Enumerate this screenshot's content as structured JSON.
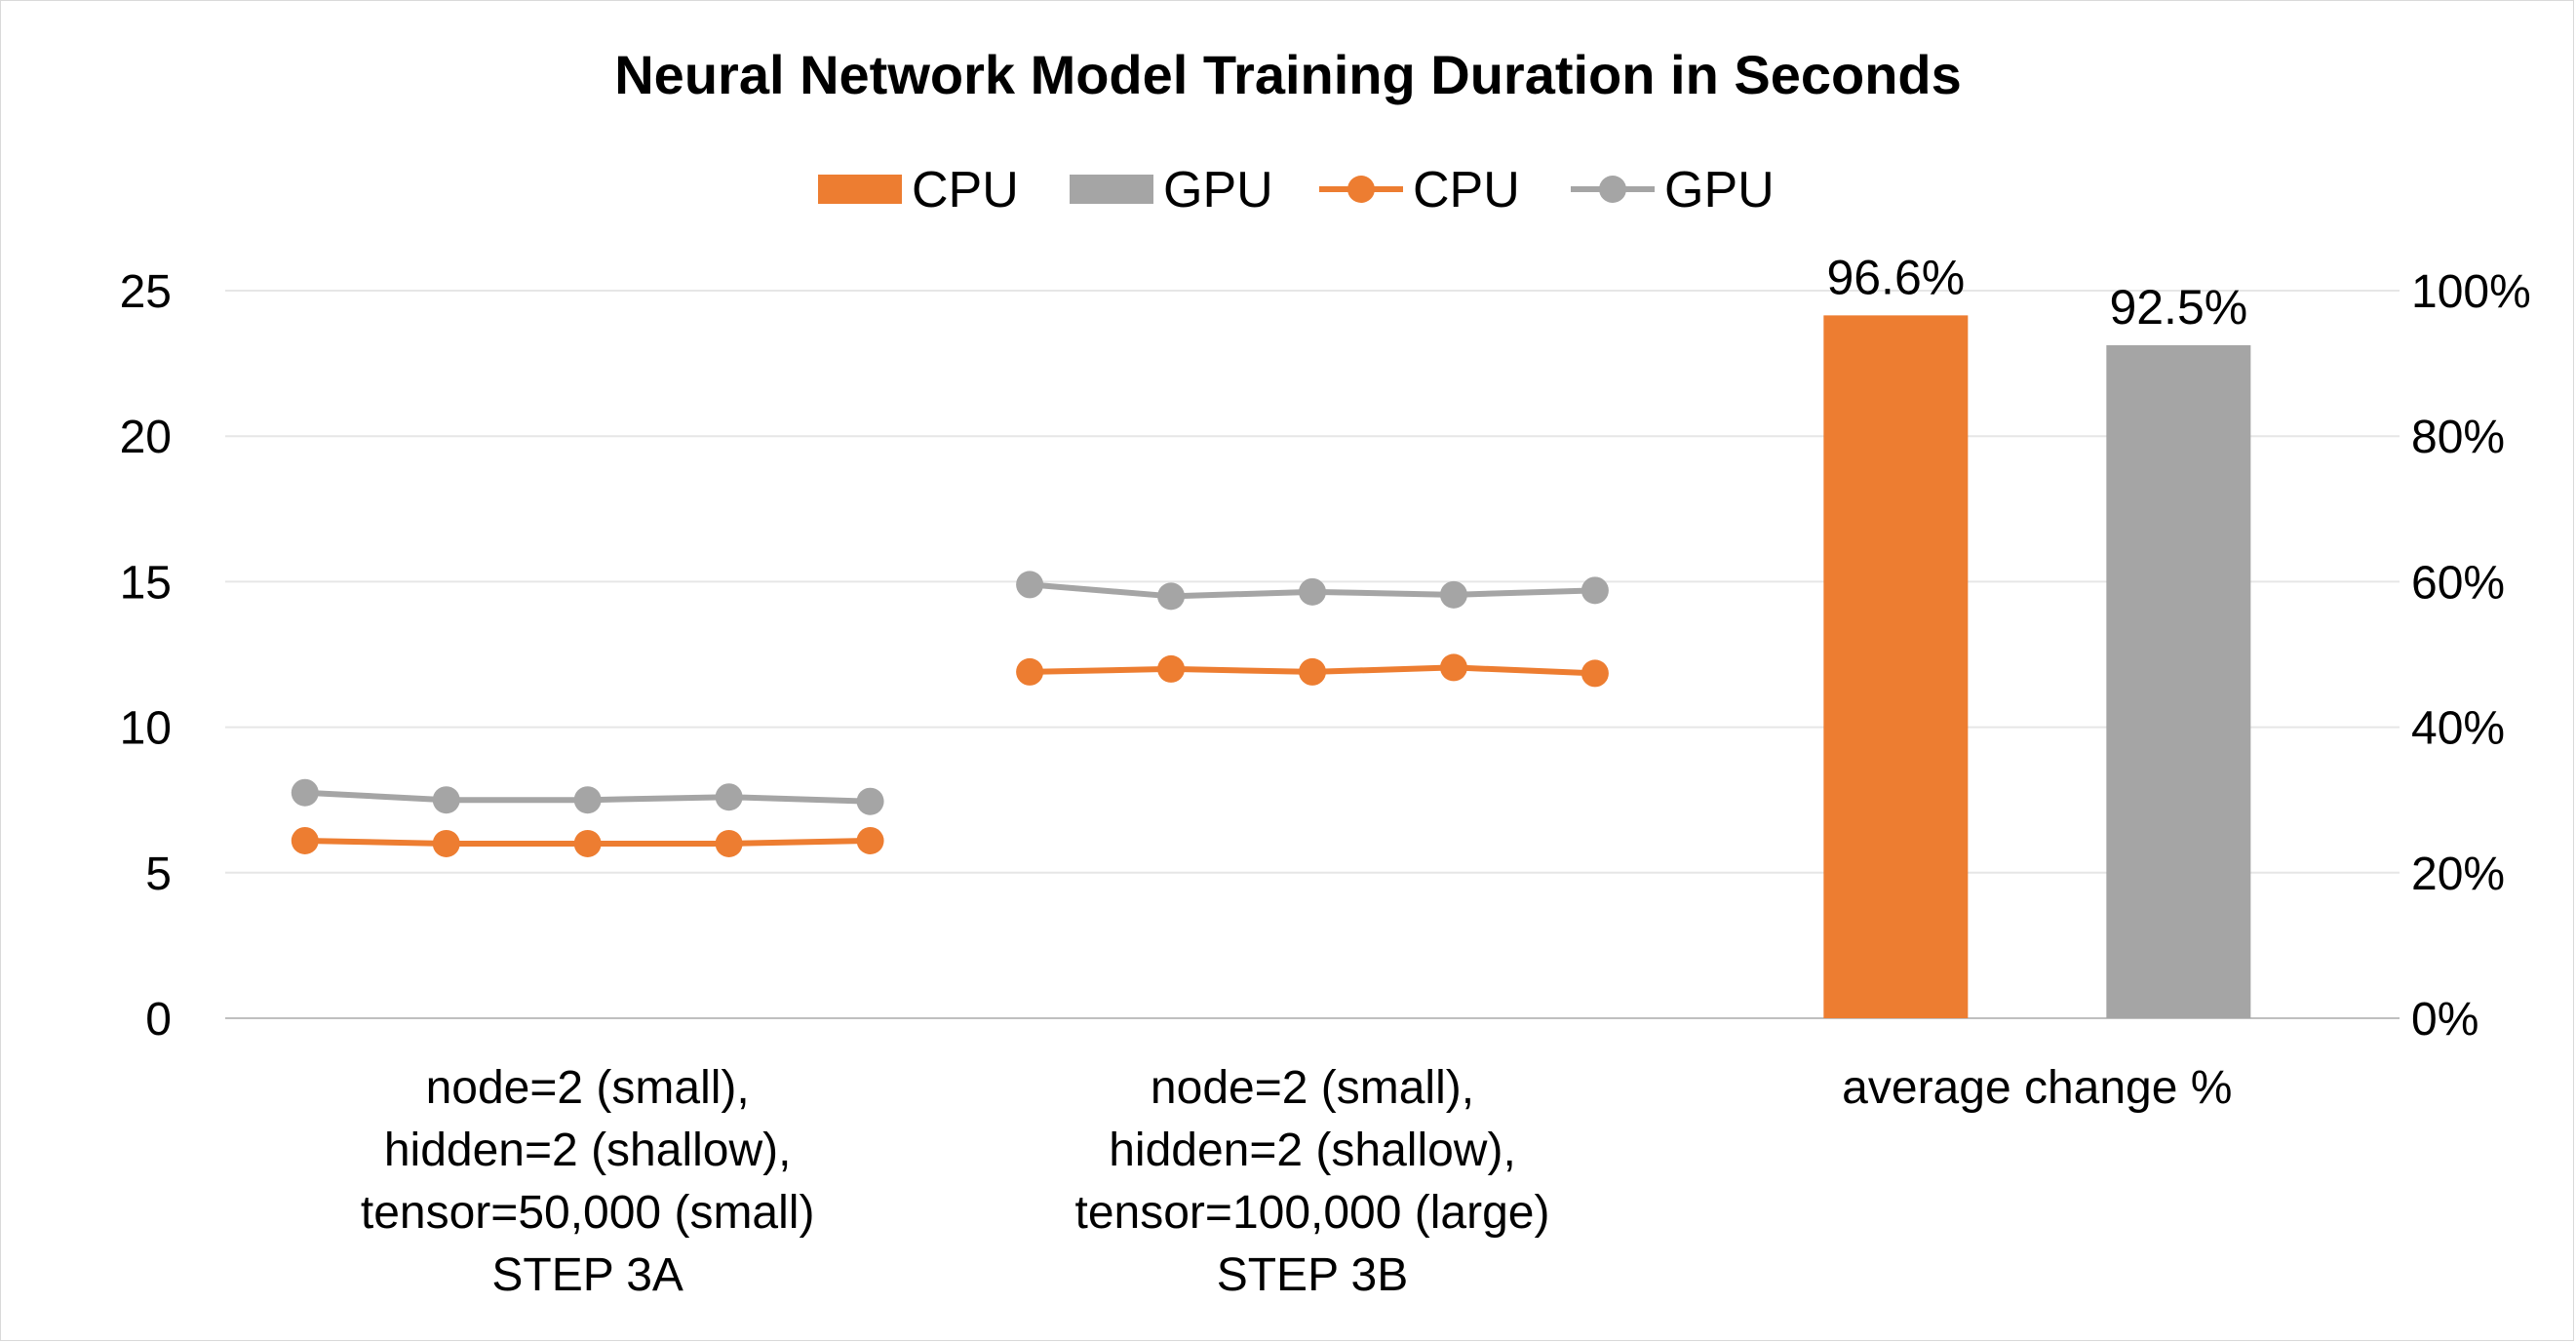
{
  "chart_data": {
    "type": "line+bar",
    "title": "Neural Network Model Training Duration in Seconds",
    "categories": [
      {
        "lines": [
          "node=2 (small),",
          "hidden=2 (shallow),",
          "tensor=50,000 (small)",
          "STEP 3A"
        ]
      },
      {
        "lines": [
          "node=2 (small),",
          "hidden=2 (shallow),",
          "tensor=100,000 (large)",
          "STEP 3B"
        ]
      },
      {
        "lines": [
          "average change %"
        ]
      }
    ],
    "y_left": {
      "min": 0,
      "max": 25,
      "ticks": [
        "0",
        "5",
        "10",
        "15",
        "20",
        "25"
      ]
    },
    "y_right": {
      "min": 0,
      "max": 1,
      "ticks": [
        "0%",
        "20%",
        "40%",
        "60%",
        "80%",
        "100%"
      ]
    },
    "colors": {
      "cpu": "#ED7D31",
      "gpu": "#A5A5A5",
      "grid": "#E6E6E6",
      "axis": "#BFBFBF"
    },
    "legend": [
      {
        "name": "CPU",
        "kind": "bar",
        "color": "#ED7D31"
      },
      {
        "name": "GPU",
        "kind": "bar",
        "color": "#A5A5A5"
      },
      {
        "name": "CPU",
        "kind": "line",
        "color": "#ED7D31"
      },
      {
        "name": "GPU",
        "kind": "line",
        "color": "#A5A5A5"
      }
    ],
    "line_series": [
      {
        "name": "CPU",
        "color": "#ED7D31",
        "groups": [
          [
            6.1,
            6.0,
            6.0,
            6.0,
            6.1
          ],
          [
            11.9,
            12.0,
            11.9,
            12.05,
            11.85
          ]
        ]
      },
      {
        "name": "GPU",
        "color": "#A5A5A5",
        "groups": [
          [
            7.75,
            7.5,
            7.5,
            7.6,
            7.45
          ],
          [
            14.9,
            14.5,
            14.65,
            14.55,
            14.7
          ]
        ]
      }
    ],
    "bar_series": [
      {
        "name": "CPU",
        "color": "#ED7D31",
        "value": 0.966,
        "label": "96.6%"
      },
      {
        "name": "GPU",
        "color": "#A5A5A5",
        "value": 0.925,
        "label": "92.5%"
      }
    ]
  }
}
